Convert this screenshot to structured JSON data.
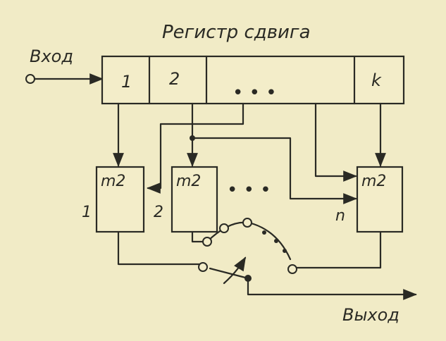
{
  "title": "Регистр сдвига",
  "input_label": "Вход",
  "output_label": "Выход",
  "register_cells": [
    "1",
    "2",
    "• • •",
    "k"
  ],
  "adders": [
    {
      "label": "m2",
      "index": "1"
    },
    {
      "label": "m2",
      "index": "2"
    },
    {
      "label": "m2",
      "index": "n"
    }
  ],
  "adders_ellipsis": "• • •",
  "colors": {
    "paper": "#f1ebc6",
    "ink": "#2a2a24"
  }
}
